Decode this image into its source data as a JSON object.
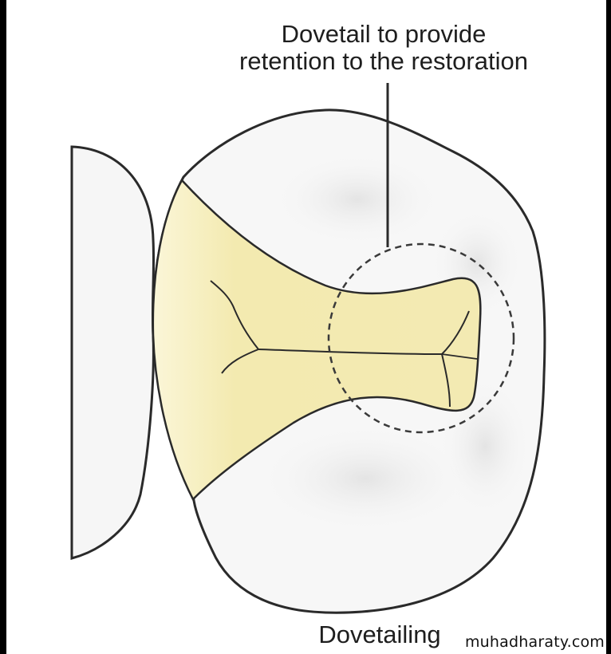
{
  "figure": {
    "callout_line1": "Dovetail to provide",
    "callout_line2": "retention to the restoration",
    "caption": "Dovetailing",
    "watermark": "muhadharaty.com"
  },
  "colors": {
    "outline": "#2a2a2a",
    "restoration_fill": "#f4ecb4",
    "tooth_fill": "#f7f7f7"
  }
}
